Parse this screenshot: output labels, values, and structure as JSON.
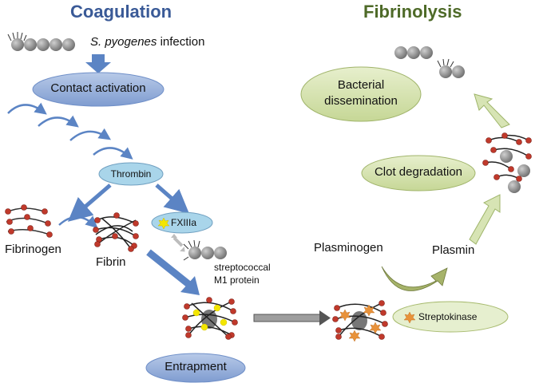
{
  "coagulation": {
    "title": "Coagulation",
    "infection_species": "S. pyogenes",
    "infection_suffix": " infection",
    "contact_activation": "Contact activation",
    "thrombin": "Thrombin",
    "fxiiia": "FXIIIa",
    "fibrinogen": "Fibrinogen",
    "fibrin": "Fibrin",
    "m1_protein_line1": "streptococcal",
    "m1_protein_line2": "M1 protein",
    "entrapment": "Entrapment"
  },
  "fibrinolysis": {
    "title": "Fibrinolysis",
    "bacterial_dissemination_line1": "Bacterial",
    "bacterial_dissemination_line2": "dissemination",
    "clot_degradation": "Clot degradation",
    "plasminogen": "Plasminogen",
    "plasmin": "Plasmin",
    "streptokinase": "Streptokinase"
  },
  "colors": {
    "coag_ellipse": "#8fa9d6",
    "thrombin_ellipse": "#a9d5ea",
    "fib_ellipse": "#d3e0a9",
    "strep_ellipse": "#e6efcf",
    "blue_arrow": "#5b84c4",
    "green_arrow": "#c5d69b",
    "bacteria": "#8c8c8c",
    "fibrin_bead": "#c0392b",
    "fxiiia_star": "#f3e600",
    "streptokinase_star": "#e8923a"
  }
}
